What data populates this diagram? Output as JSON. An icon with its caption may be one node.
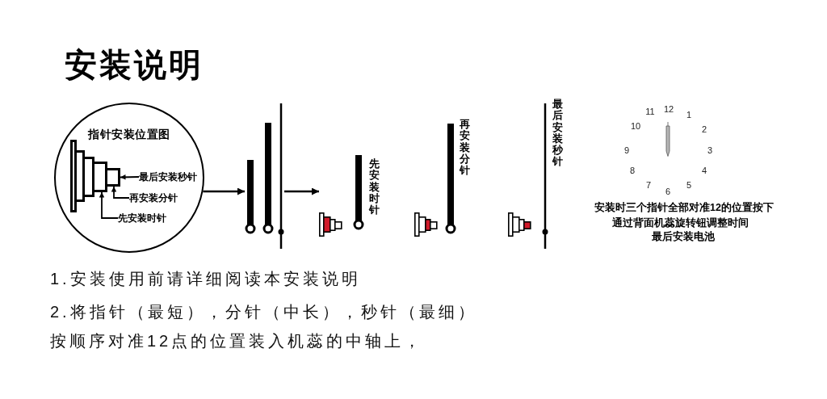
{
  "diagram": {
    "title": "安装说明",
    "nodes": [
      {
        "text": [
          "指针安装位置图"
        ]
      },
      {
        "text": [],
        "shape": "box",
        "in": 0
      },
      {
        "text": [],
        "shape": "box",
        "in": 0
      },
      {
        "text": [],
        "shape": "box",
        "in": 0
      },
      {
        "text": [],
        "shape": "box",
        "in": 0
      },
      {
        "text": [],
        "shape": "box",
        "in": 0
      },
      {
        "text": [
          "最后安装秒针"
        ],
        "in": 0
      },
      {
        "text": [
          "再安装分针"
        ],
        "in": 0
      },
      {
        "text": [
          "先安装时针"
        ],
        "in": 0
      },
      {
        "text": [],
        "shape": "picture"
      },
      {
        "text": [],
        "shape": "picture",
        "beside": [
          "先安装时针"
        ]
      },
      {
        "text": [],
        "shape": "picture",
        "beside": [
          "再安装分针"
        ]
      },
      {
        "text": [],
        "shape": "picture",
        "beside": [
          "最后安装秒针"
        ]
      }
    ],
    "edges": [
      {
        "from": 6,
        "to": 5,
        "arrow": "to"
      },
      {
        "from": 7,
        "to": 5,
        "arrow": "to"
      },
      {
        "from": 8,
        "to": 4,
        "arrow": "to"
      },
      {
        "from": 0,
        "to": 9,
        "arrow": "to"
      },
      {
        "from": 9,
        "to": 10,
        "arrow": "to"
      }
    ],
    "labels": [
      "11",
      "12",
      "1",
      "10",
      "2",
      "9",
      "3",
      "8",
      "4",
      "7",
      "5",
      "6",
      "安装时三个指针全部对准12的位置按下",
      "通过背面机蕊旋转钮调整时间",
      "最后安装电池",
      "1.安装使用前请详细阅读本安装说明",
      "2.将指针（最短），分针（中长），秒针（最细）按顺序对准12点的位置装入机蕊的中轴上，"
    ]
  }
}
